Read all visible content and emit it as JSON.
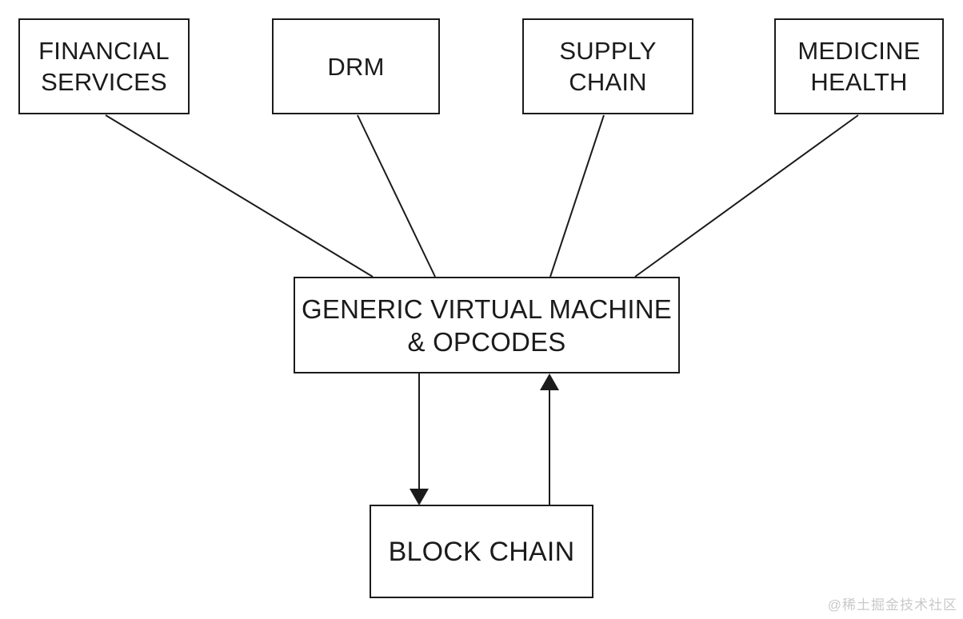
{
  "nodes": {
    "financial_services": {
      "lines": [
        "FINANCIAL",
        "SERVICES"
      ]
    },
    "drm": {
      "lines": [
        "DRM"
      ]
    },
    "supply_chain": {
      "lines": [
        "SUPPLY",
        "CHAIN"
      ]
    },
    "medicine_health": {
      "lines": [
        "MEDICINE",
        "HEALTH"
      ]
    },
    "generic_vm": {
      "lines": [
        "GENERIC VIRTUAL MACHINE",
        "& OPCODES"
      ]
    },
    "blockchain": {
      "lines": [
        "BLOCK CHAIN"
      ]
    }
  },
  "edges": [
    {
      "from": "financial_services",
      "to": "generic_vm",
      "arrow": "none"
    },
    {
      "from": "drm",
      "to": "generic_vm",
      "arrow": "none"
    },
    {
      "from": "supply_chain",
      "to": "generic_vm",
      "arrow": "none"
    },
    {
      "from": "medicine_health",
      "to": "generic_vm",
      "arrow": "none"
    },
    {
      "from": "generic_vm",
      "to": "blockchain",
      "arrow": "down"
    },
    {
      "from": "blockchain",
      "to": "generic_vm",
      "arrow": "up"
    }
  ],
  "watermark": "@稀土掘金技术社区",
  "colors": {
    "ink": "#1b1b1b",
    "background": "#ffffff",
    "watermark": "#c9c9c9"
  }
}
